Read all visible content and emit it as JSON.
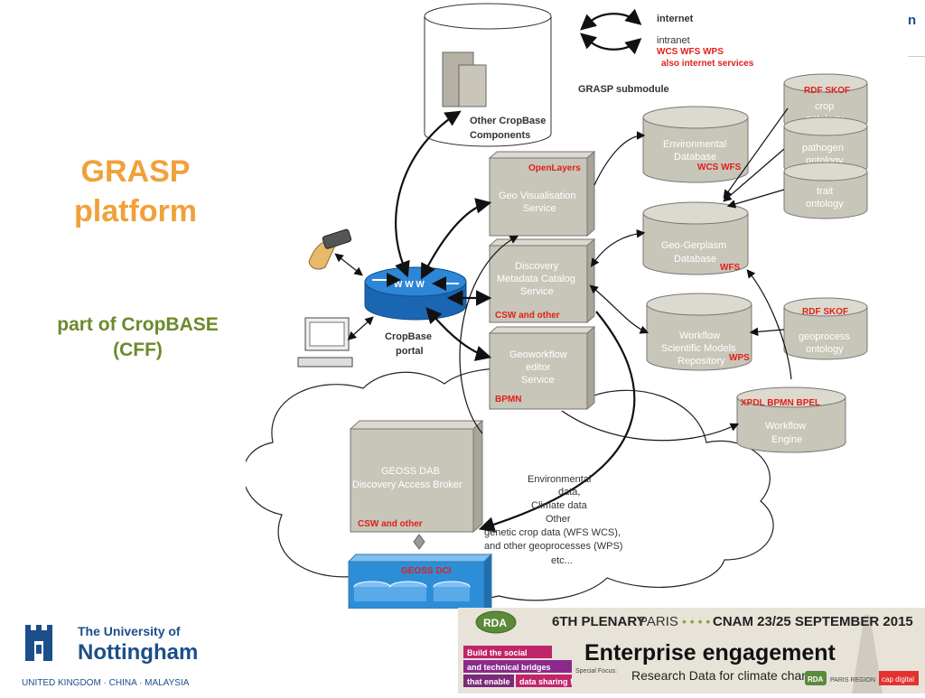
{
  "slide": {
    "title_line1": "GRASP",
    "title_line2": "platform",
    "subtitle_line1": "part of CropBASE",
    "subtitle_line2": "(CFF)"
  },
  "right_edge_fragment": "n",
  "diagram": {
    "legend": {
      "internet": "internet",
      "intranet": "intranet",
      "protocols": "WCS WFS WPS",
      "also": "also internet services"
    },
    "submodule_label": "GRASP submodule",
    "other_components": {
      "line1": "Other CropBase",
      "line2": "Components"
    },
    "portal": {
      "globe": "W W W",
      "line1": "CropBase",
      "line2": "portal"
    },
    "services": [
      {
        "tag": "OpenLayers",
        "line1": "Geo Visualisation",
        "line2": "Service",
        "line3": ""
      },
      {
        "tag": "CSW and other",
        "line1": "Discovery",
        "line2": "Metadata Catalog",
        "line3": "Service"
      },
      {
        "tag": "BPMN",
        "line1": "Geoworkflow",
        "line2": "editor",
        "line3": "Service"
      }
    ],
    "databases": [
      {
        "line1": "Environmental",
        "line2": "Database",
        "tag": "WCS WFS"
      },
      {
        "line1": "Geo-Gerplasm",
        "line2": "Database",
        "tag": "WFS"
      },
      {
        "line1": "Workflow",
        "line2": "Scientific Models",
        "line3": "Repository",
        "tag": "WPS"
      }
    ],
    "ontologies": {
      "stack_tag": "RDF SKOF",
      "crop": {
        "line1": "crop",
        "line2": "ontology"
      },
      "pathogen": {
        "line1": "pathogen",
        "line2": "ontology"
      },
      "trait": {
        "line1": "trait",
        "line2": "ontology"
      },
      "geo_tag": "RDF SKOF",
      "geoprocess": {
        "line1": "geoprocess",
        "line2": "ontology"
      }
    },
    "engine": {
      "tag": "XPDL BPMN BPEL",
      "line1": "Workflow",
      "line2": "Engine"
    },
    "broker": {
      "line1": "GEOSS DAB",
      "line2": "Discovery Access Broker",
      "tag": "CSW and other"
    },
    "geoss_dci": "GEOSS DCI",
    "data_note": [
      "Environmental",
      "data,",
      "Climate data",
      "Other",
      "genetic crop data (WFS WCS),",
      "and other geoprocesses (WPS)",
      "etc..."
    ]
  },
  "footer": {
    "university_line1": "The University of",
    "university_line2": "Nottingham",
    "university_sub": "UNITED KINGDOM · CHINA · MALAYSIA",
    "rda": "RDA",
    "plenary_a": "6TH PLENARY",
    "plenary_b": "PARIS",
    "plenary_c": "CNAM 23/25 SEPTEMBER 2015",
    "tagline1": "Build the social",
    "tagline2": "and technical bridges",
    "tagline3": "that enable",
    "tagline4": "data sharing !",
    "headline": "Enterprise engagement",
    "special_focus": "Special Focus:",
    "theme": "Research Data for climate change",
    "logo_b": "RDA",
    "logo_c": "PARIS REGION",
    "logo_d": "cap digital"
  },
  "colors": {
    "title": "#f0a13a",
    "subtitle": "#6b8a2a",
    "box": "#c8c5b9",
    "tag": "#e0201b",
    "dci": "#2d8ed8",
    "nottingham": "#1a4f8a"
  }
}
